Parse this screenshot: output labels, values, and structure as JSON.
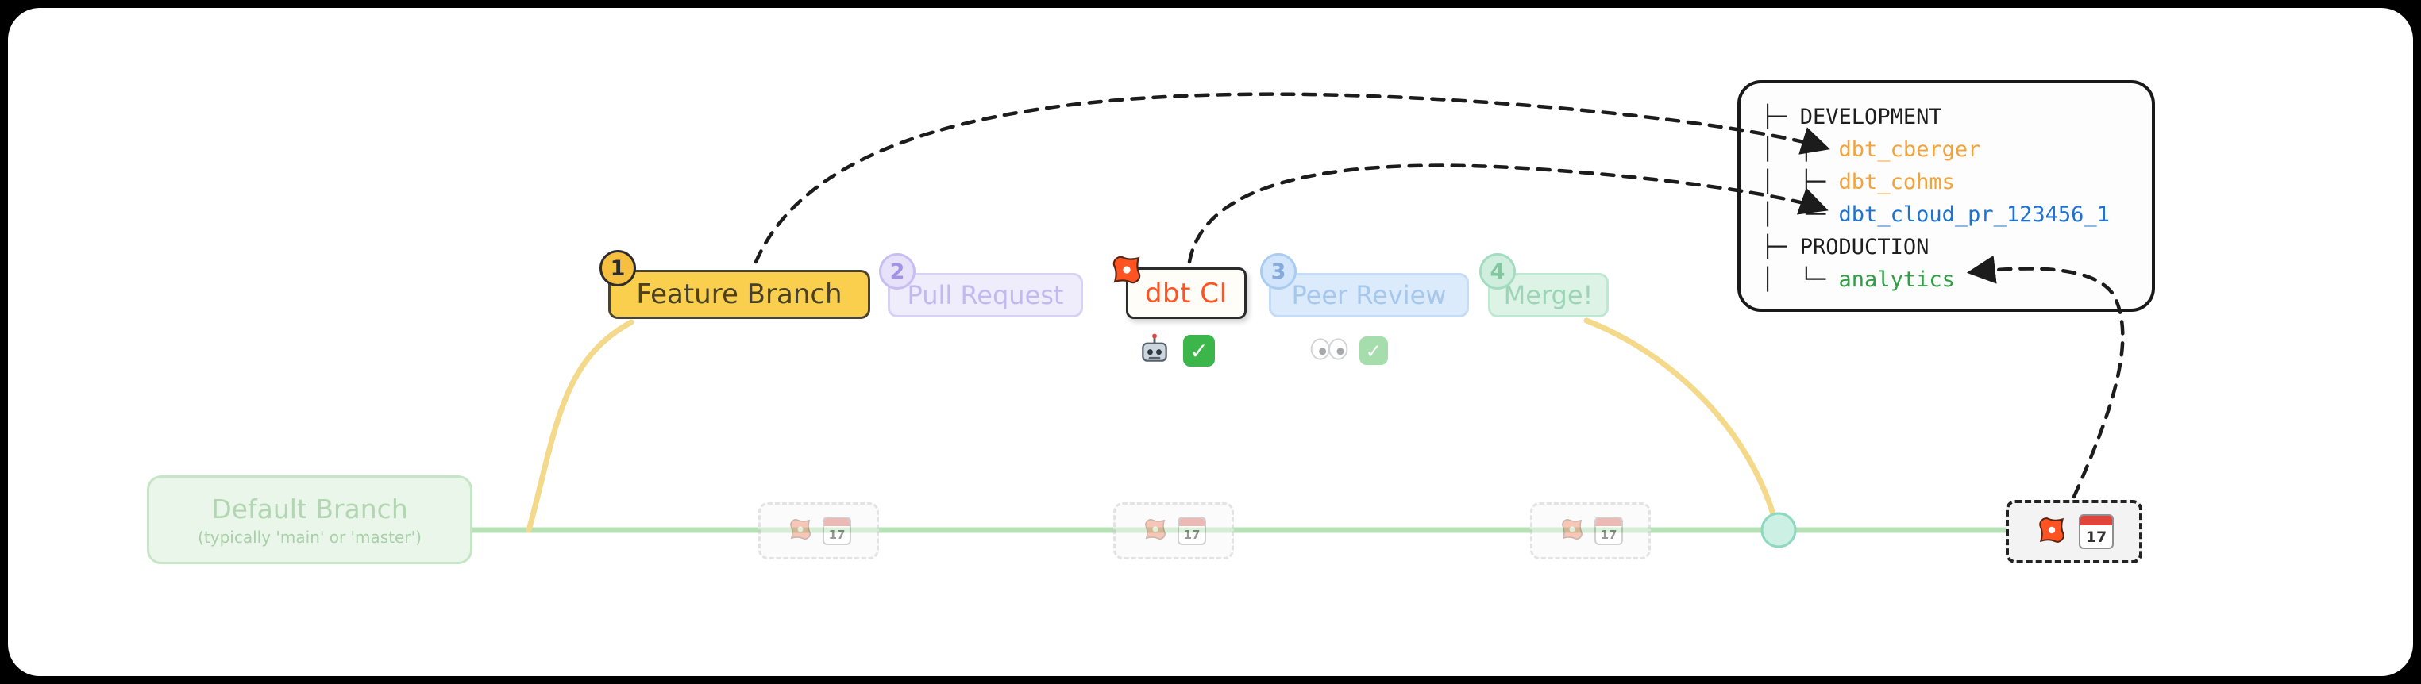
{
  "steps": [
    {
      "badge": "1",
      "label": "Feature Branch"
    },
    {
      "badge": "2",
      "label": "Pull Request"
    },
    {
      "badge": "",
      "label": "dbt CI"
    },
    {
      "badge": "3",
      "label": "Peer Review"
    },
    {
      "badge": "4",
      "label": "Merge!"
    }
  ],
  "default_branch": {
    "title": "Default Branch",
    "subtitle": "(typically 'main' or 'master')"
  },
  "environment_panel": {
    "lines": [
      {
        "prefix": "├─ ",
        "name": "DEVELOPMENT",
        "color": "#1e1e1e"
      },
      {
        "prefix": "│  ├─ ",
        "name": "dbt_cberger",
        "color": "#f2a33a"
      },
      {
        "prefix": "│  ├─ ",
        "name": "dbt_cohms",
        "color": "#f2a33a"
      },
      {
        "prefix": "│  └─ ",
        "name": "dbt_cloud_pr_123456_1",
        "color": "#1d72d2"
      },
      {
        "prefix": "├─ ",
        "name": "PRODUCTION",
        "color": "#1e1e1e"
      },
      {
        "prefix": "│  └─ ",
        "name": "analytics",
        "color": "#2f9e44"
      }
    ]
  },
  "calendar": {
    "day": "17"
  },
  "icons": {
    "check_glyph": "✓"
  },
  "colors": {
    "dbt_orange": "#ff5321",
    "feature_yellow": "#f9cf4d",
    "branch_green": "#b7e0b7",
    "feature_line_yellow": "#f4d98b",
    "merge_dot_teal": "#ccf0e3"
  }
}
